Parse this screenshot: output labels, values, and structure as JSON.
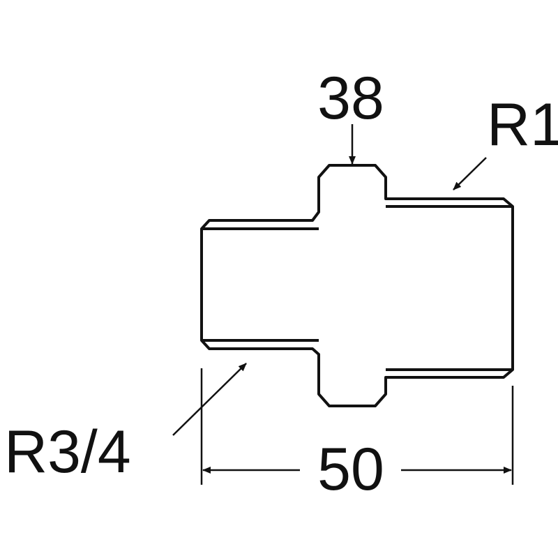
{
  "dimensions": {
    "hex_width": "38",
    "overall_length": "50"
  },
  "threads": {
    "large_end": "R1",
    "small_end": "R3/4"
  },
  "colors": {
    "line": "#111111",
    "background": "#ffffff"
  }
}
